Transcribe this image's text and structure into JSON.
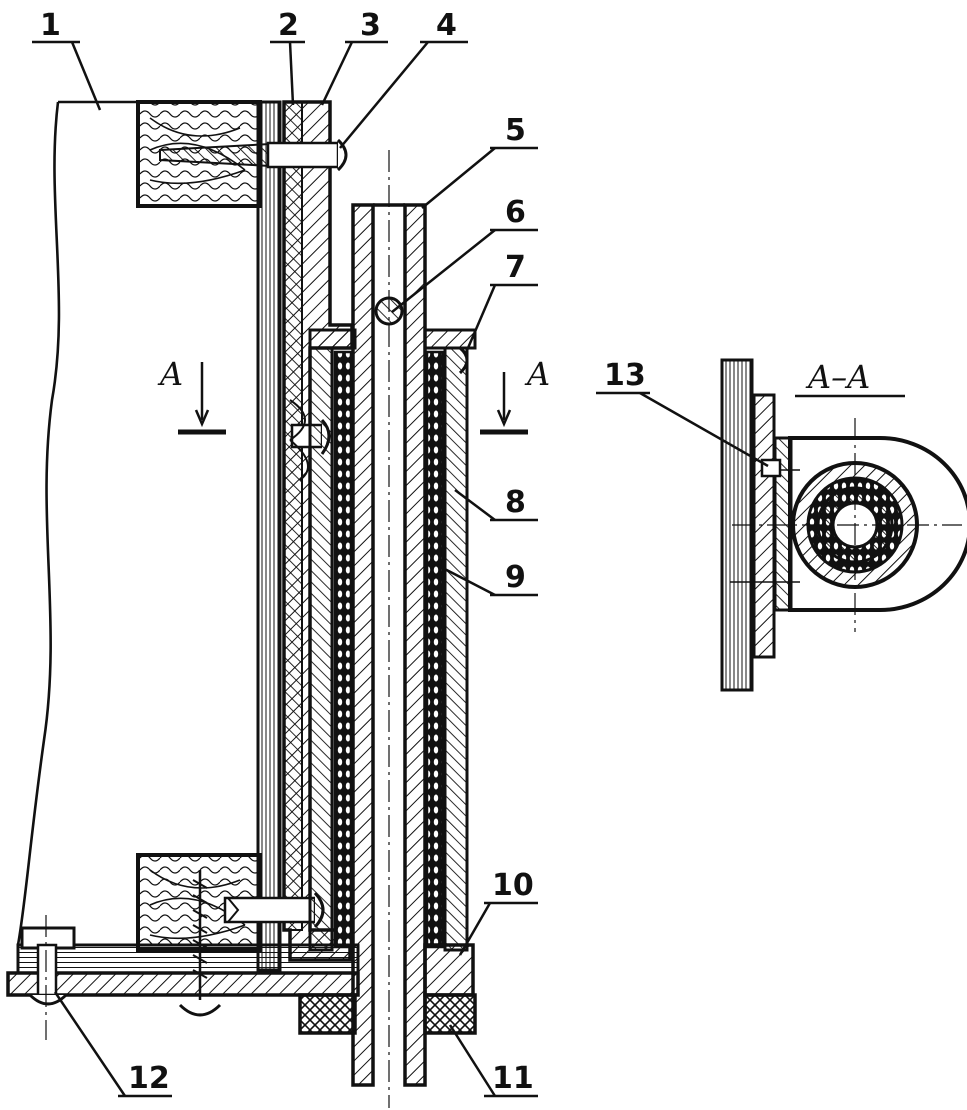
{
  "callouts": [
    "1",
    "2",
    "3",
    "4",
    "5",
    "6",
    "7",
    "8",
    "9",
    "10",
    "11",
    "12",
    "13"
  ],
  "section_marker": "A",
  "section_title": "A–A",
  "colors": {
    "ink": "#111111",
    "paper": "#ffffff"
  }
}
